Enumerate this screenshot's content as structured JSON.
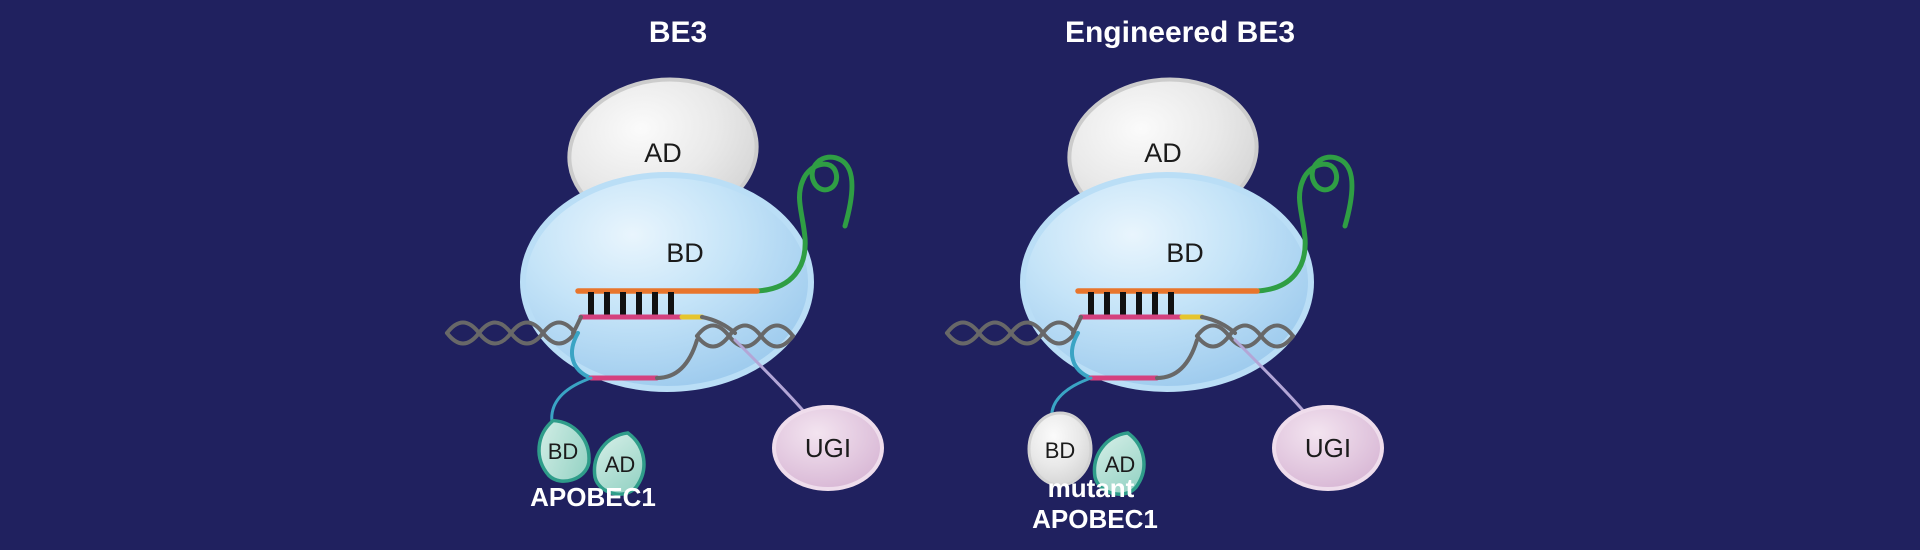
{
  "figure": {
    "description_note": "",
    "background_color": "#20215f"
  },
  "left": {
    "title": "BE3",
    "cas9": {
      "ad_label": "AD",
      "bd_label": "BD"
    },
    "apobec": {
      "bd_label": "BD",
      "ad_label": "AD",
      "name": "APOBEC1"
    },
    "ugi_label": "UGI"
  },
  "right": {
    "title": "Engineered BE3",
    "cas9": {
      "ad_label": "AD",
      "bd_label": "BD"
    },
    "apobec": {
      "bd_label": "BD",
      "ad_label": "AD",
      "name_line1": "mutant",
      "name_line2": "APOBEC1"
    },
    "ugi_label": "UGI"
  },
  "colors": {
    "background": "#20215f",
    "cas9_blue": "#bfe0f6",
    "cas9_blue_stroke": "#badef6",
    "ad_grey": "#ebebeb",
    "sgrna_green": "#2f9e44",
    "rna_orange": "#e8752c",
    "dna_grey": "#686868",
    "edited_strand_pink": "#d4417e",
    "pam_yellow": "#e6c52e",
    "apobec_teal": "#9ed6c8",
    "apobec_outline": "#2f9d8a",
    "linker_teal": "#3aa4c4",
    "linker_lavender": "#b3a6d6",
    "ugi_pink": "#ddc0da",
    "label_dark": "#1b1b1b",
    "label_white": "#ffffff"
  }
}
